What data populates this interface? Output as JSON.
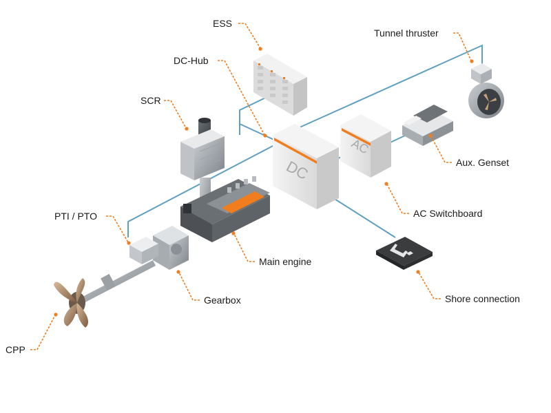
{
  "labels": {
    "ess": "ESS",
    "tunnel_thruster": "Tunnel thruster",
    "dc_hub": "DC-Hub",
    "scr": "SCR",
    "aux_genset": "Aux. Genset",
    "pti_pto": "PTI / PTO",
    "ac_switchboard": "AC Switchboard",
    "main_engine": "Main engine",
    "shore_connection": "Shore connection",
    "gearbox": "Gearbox",
    "cpp": "CPP"
  },
  "cabinet_marks": {
    "dc": "DC",
    "ac": "AC"
  },
  "icons": {
    "shore": "shore-power-plug-icon"
  },
  "colors": {
    "callout": "#f07d1e",
    "cable": "#5f9fbf",
    "cabinet": "#e6e6e6",
    "machinery": "#8a8f95"
  }
}
